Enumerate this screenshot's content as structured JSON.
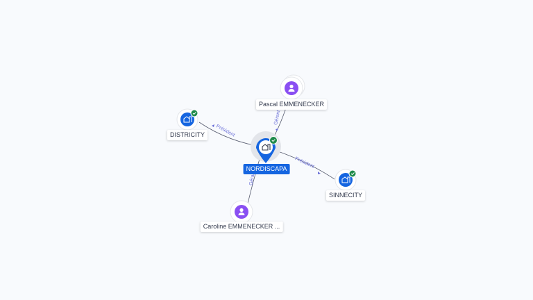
{
  "colors": {
    "company": "#1565e0",
    "person": "#8a4ff2",
    "check": "#1e8a4a",
    "edge": "#555a6e",
    "edge_label": "#6a6fd8"
  },
  "nodes": {
    "center": {
      "label": "NORDISCAPA",
      "type": "company",
      "verified": true
    },
    "pascal": {
      "label": "Pascal EMMENECKER",
      "type": "person"
    },
    "districity": {
      "label": "DISTRICITY",
      "type": "company",
      "verified": true
    },
    "sinnecity": {
      "label": "SINNECITY",
      "type": "company",
      "verified": true
    },
    "caroline": {
      "label": "Caroline EMMENECKER ...",
      "type": "person"
    }
  },
  "edges": [
    {
      "from": "center",
      "to": "districity",
      "label": "Président"
    },
    {
      "from": "center",
      "to": "sinnecity",
      "label": "Président"
    },
    {
      "from": "pascal",
      "to": "center",
      "label": "Gérant"
    },
    {
      "from": "caroline",
      "to": "center",
      "label": "Gérant"
    }
  ]
}
